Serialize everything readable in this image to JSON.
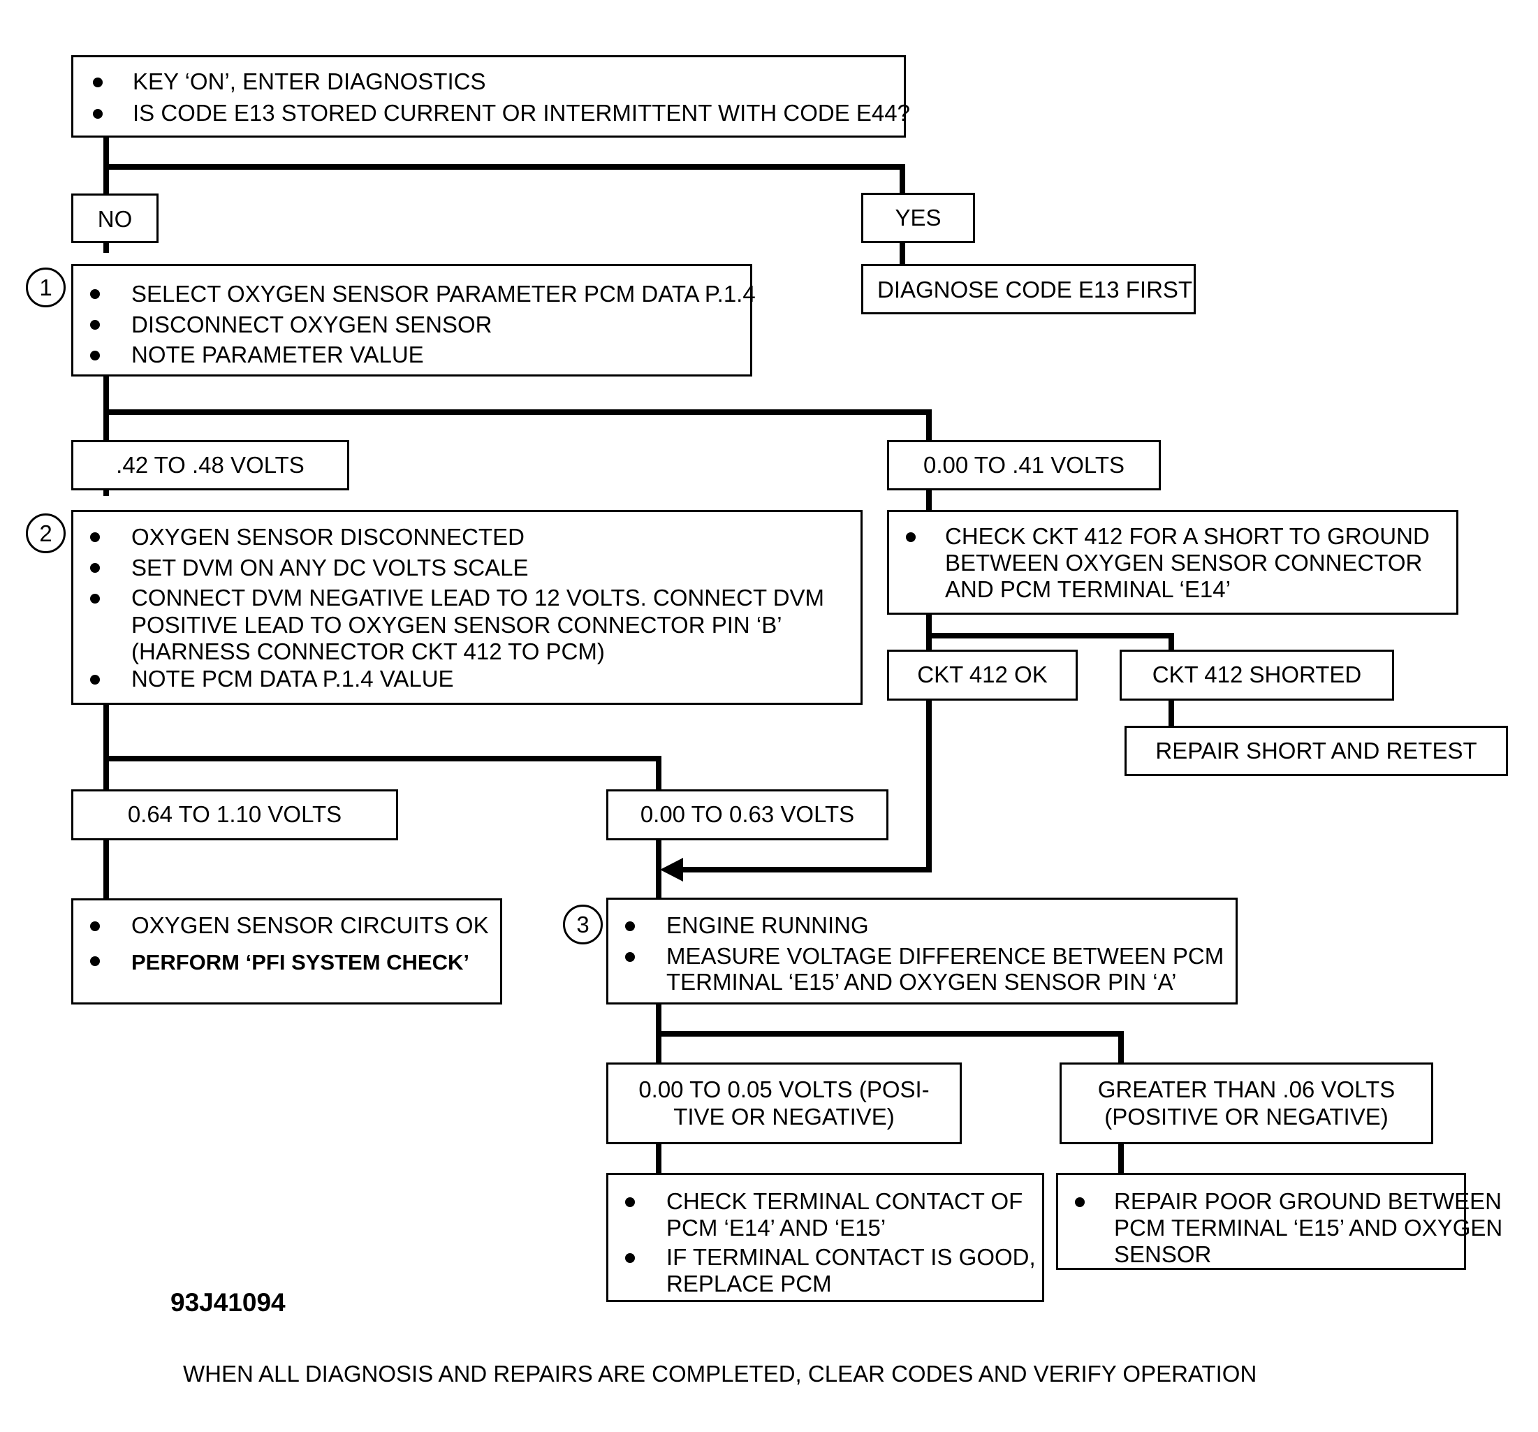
{
  "start": {
    "line1": "KEY ‘ON’, ENTER DIAGNOSTICS",
    "line2": "IS CODE E13 STORED CURRENT OR INTERMITTENT WITH CODE E44?"
  },
  "branch_no": "NO",
  "branch_yes": "YES",
  "yes_action": "DIAGNOSE CODE E13 FIRST",
  "step1": {
    "number": "1",
    "line1": "SELECT OXYGEN SENSOR PARAMETER PCM DATA P.1.4",
    "line2": "DISCONNECT OXYGEN SENSOR",
    "line3": "NOTE  PARAMETER VALUE"
  },
  "result1_left": ".42 TO .48 VOLTS",
  "result1_right": "0.00 TO .41 VOLTS",
  "step2": {
    "number": "2",
    "line1": "OXYGEN SENSOR DISCONNECTED",
    "line2": "SET DVM ON ANY DC VOLTS SCALE",
    "line3a": "CONNECT DVM NEGATIVE LEAD TO 12 VOLTS. CONNECT DVM",
    "line3b": "POSITIVE LEAD TO OXYGEN SENSOR CONNECTOR PIN ‘B’",
    "line3c": "(HARNESS CONNECTOR CKT 412 TO PCM)",
    "line4": "NOTE PCM DATA P.1.4 VALUE"
  },
  "check412": {
    "line1": "CHECK CKT 412 FOR A SHORT TO GROUND",
    "line2": "BETWEEN OXYGEN SENSOR CONNECTOR",
    "line3": "AND PCM TERMINAL ‘E14’"
  },
  "ckt_ok": "CKT 412 OK",
  "ckt_shorted": "CKT 412 SHORTED",
  "repair_short": "REPAIR SHORT AND RETEST",
  "result2_left": "0.64 TO 1.10 VOLTS",
  "result2_right": "0.00 TO 0.63 VOLTS",
  "circuits_ok": {
    "line1": "OXYGEN  SENSOR CIRCUITS OK",
    "line2": "PERFORM ‘PFI SYSTEM CHECK’"
  },
  "step3": {
    "number": "3",
    "line1": "ENGINE RUNNING",
    "line2a": "MEASURE  VOLTAGE DIFFERENCE BETWEEN PCM",
    "line2b": "TERMINAL ‘E15’ AND OXYGEN SENSOR PIN ‘A’"
  },
  "result3_left": {
    "line1": "0.00 TO 0.05 VOLTS (POSI-",
    "line2": "TIVE OR NEGATIVE)"
  },
  "result3_right": {
    "line1": "GREATER THAN .06 VOLTS",
    "line2": "(POSITIVE OR NEGATIVE)"
  },
  "final_left": {
    "line1a": "CHECK TERMINAL CONTACT OF",
    "line1b": "PCM ‘E14’ AND ‘E15’",
    "line2a": "IF TERMINAL CONTACT IS GOOD,",
    "line2b": "REPLACE PCM"
  },
  "final_right": {
    "line1": "REPAIR POOR GROUND BETWEEN",
    "line2": "PCM TERMINAL ‘E15’ AND OXYGEN",
    "line3": "SENSOR"
  },
  "figure_code": "93J41094",
  "footer_note": "WHEN ALL DIAGNOSIS AND REPAIRS ARE COMPLETED, CLEAR CODES AND VERIFY OPERATION"
}
